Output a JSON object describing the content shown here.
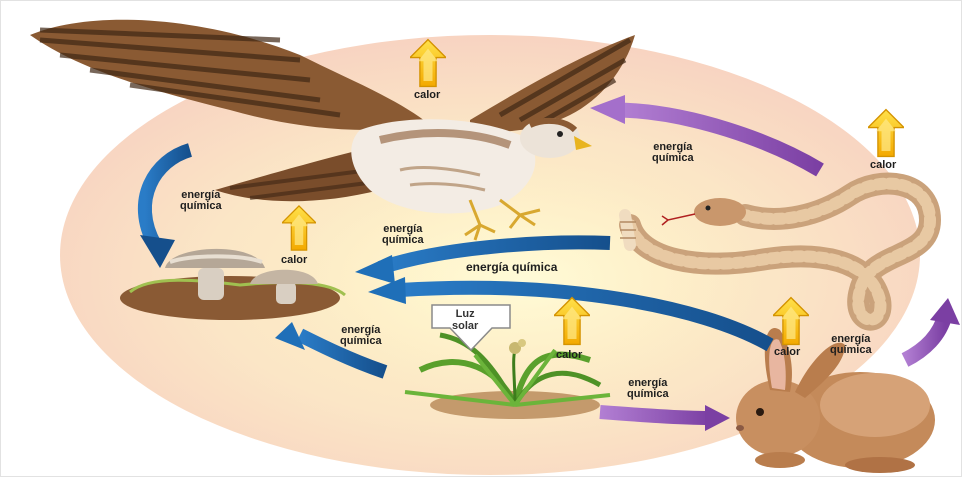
{
  "labels": {
    "calor": "calor",
    "energia": "energía",
    "quimica": "química",
    "energia_quimica": "energía química",
    "luz": "Luz",
    "solar": "solar"
  },
  "colors": {
    "background": "#ffffff",
    "cycle_fill": "#fbe3c2",
    "blue_arrow": "#1f6fb8",
    "purple_arrow": "#8a4fb0",
    "heat_arrow": "#f4c20d",
    "hawk": "#8a5a33",
    "snake": "#d8a87a",
    "rabbit": "#c48a5a",
    "plant": "#5aa02c",
    "mushroom": "#c9b9a8"
  },
  "icons": [
    "hawk-icon",
    "snake-icon",
    "rabbit-icon",
    "plant-icon",
    "mushroom-icon",
    "sun-arrow-icon",
    "heat-arrow-icon",
    "energy-arrow-icon"
  ]
}
